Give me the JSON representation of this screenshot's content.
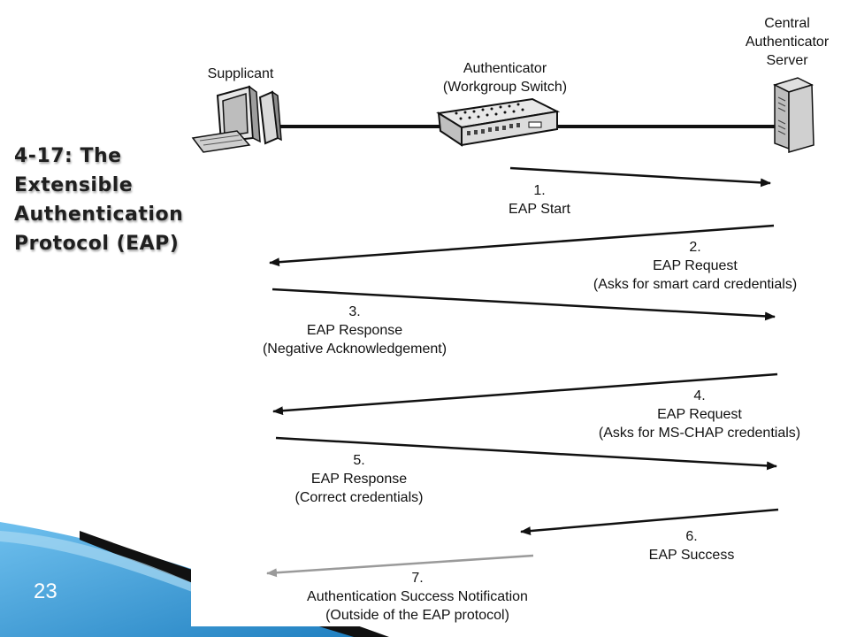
{
  "slide": {
    "title_lines": [
      "4-17: The",
      "Extensible",
      "Authentication",
      "Protocol (EAP)"
    ],
    "page_number": "23"
  },
  "diagram": {
    "nodes": {
      "supplicant": "Supplicant",
      "authenticator_line1": "Authenticator",
      "authenticator_line2": "(Workgroup Switch)",
      "server_line1": "Central",
      "server_line2": "Authenticator",
      "server_line3": "Server"
    },
    "steps": [
      {
        "num": "1.",
        "name": "EAP Start",
        "detail": ""
      },
      {
        "num": "2.",
        "name": "EAP Request",
        "detail": "(Asks for smart card credentials)"
      },
      {
        "num": "3.",
        "name": "EAP Response",
        "detail": "(Negative Acknowledgement)"
      },
      {
        "num": "4.",
        "name": "EAP Request",
        "detail": "(Asks for MS-CHAP credentials)"
      },
      {
        "num": "5.",
        "name": "EAP Response",
        "detail": "(Correct credentials)"
      },
      {
        "num": "6.",
        "name": "EAP Success",
        "detail": ""
      },
      {
        "num": "7.",
        "name": "Authentication Success Notification",
        "detail": "(Outside of the EAP protocol)"
      }
    ]
  },
  "colors": {
    "accent_blue": "#2f8fd0",
    "arrow": "#111111",
    "notification_arrow": "#9a9a9a"
  }
}
